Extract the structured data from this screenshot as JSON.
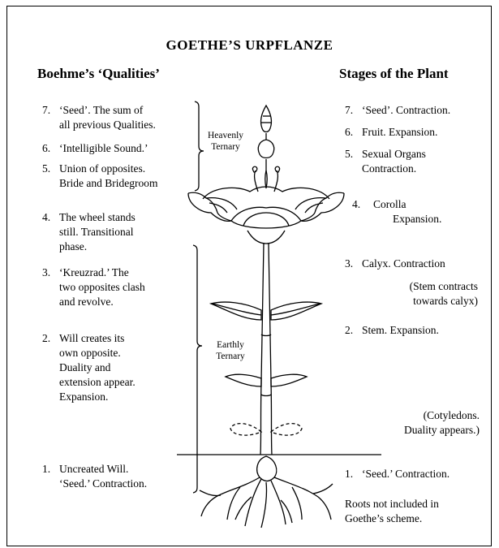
{
  "title": "GOETHE’S URPFLANZE",
  "left_heading": "Boehme’s ‘Qualities’",
  "right_heading": "Stages of the Plant",
  "left_items": [
    {
      "num": "7.",
      "lines": [
        "‘Seed’. The sum of",
        "all previous Qualities."
      ]
    },
    {
      "num": "6.",
      "lines": [
        "‘Intelligible Sound.’"
      ]
    },
    {
      "num": "5.",
      "lines": [
        "Union of opposites.",
        "Bride and Bridegroom"
      ]
    },
    {
      "num": "4.",
      "lines": [
        "The wheel stands",
        "still. Transitional",
        "phase."
      ]
    },
    {
      "num": "3.",
      "lines": [
        "‘Kreuzrad.’ The",
        "two opposites clash",
        "and revolve."
      ]
    },
    {
      "num": "2.",
      "lines": [
        "Will creates its",
        "own opposite.",
        "Duality and",
        "extension appear.",
        "Expansion."
      ]
    },
    {
      "num": "1.",
      "lines": [
        "Uncreated Will.",
        "‘Seed.’ Contraction."
      ]
    }
  ],
  "ternary_labels": {
    "heavenly": [
      "Heavenly",
      "Ternary"
    ],
    "earthly": [
      "Earthly",
      "Ternary"
    ]
  },
  "right_items": [
    {
      "num": "7.",
      "lines": [
        "‘Seed’. Contraction."
      ]
    },
    {
      "num": "6.",
      "lines": [
        "Fruit. Expansion."
      ]
    },
    {
      "num": "5.",
      "lines": [
        "Sexual Organs",
        "Contraction."
      ]
    },
    {
      "num": "4.",
      "lines": [
        "Corolla",
        "Expansion."
      ]
    },
    {
      "num": "3.",
      "lines": [
        "Calyx. Contraction"
      ]
    },
    {
      "num": "2.",
      "lines": [
        "Stem. Expansion."
      ]
    },
    {
      "num": "1.",
      "lines": [
        "‘Seed.’ Contraction."
      ]
    }
  ],
  "notes": {
    "stem_calyx": [
      "(Stem contracts",
      "towards calyx)"
    ],
    "cotyledons": [
      "(Cotyledons.",
      "Duality appears.)"
    ],
    "roots": [
      "Roots not included in",
      "Goethe’s scheme."
    ]
  }
}
